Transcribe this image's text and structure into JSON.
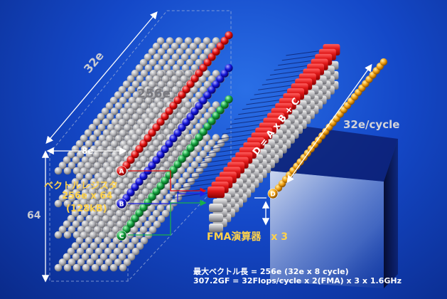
{
  "labels": {
    "width_32e": "32e",
    "count_256e": "256e",
    "width_8e": "8e",
    "height_64": "64",
    "rate": "32e/cycle",
    "formula": "D = A x B + C",
    "reg_title": "ベクトルレジスタ",
    "reg_size": "256e x 64",
    "reg_bytes": "(128kB)",
    "fma": "FMA演算器　x 3",
    "note_length": "最大ベクトル長 = 256e (32e x 8 cycle)",
    "note_perf": "307.2GF = 32Flops/cycle x 2(FMA) x 3 x 1.6GHz"
  },
  "port_labels": {
    "a": "A",
    "b": "B",
    "c": "C",
    "d": "D"
  },
  "colors": {
    "register_cell": "#b8b8bc",
    "vector_a": "#e01010",
    "vector_b": "#1515d8",
    "vector_c": "#15a040",
    "vector_d": "#f0a010",
    "fma_unit": "#d81818",
    "label_yellow": "#ffd24a",
    "label_white": "#ffffff"
  },
  "icons": {
    "dimension_arrow": "double-headed-arrow",
    "flow_arrow": "right-arrow"
  }
}
